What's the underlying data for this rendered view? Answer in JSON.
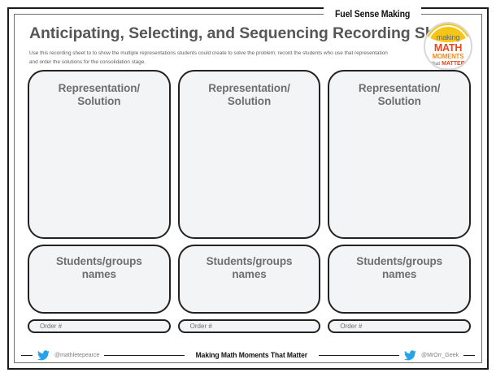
{
  "frame": {
    "tab_label": "Fuel Sense Making"
  },
  "header": {
    "title": "Anticipating, Selecting, and Sequencing Recording Sheet",
    "description": "Use this recording sheet to to show the multiple representations students could create to solve the problem; record the students who use that representation and order the solutions for the consolidation stage."
  },
  "logo": {
    "line1": "making",
    "line2": "MATH",
    "line3": "MOMENTS",
    "line4_small": "that",
    "line4_big": "MATTER",
    "url": "makemathmoments.com",
    "colors": {
      "arc": "#f5c518",
      "making": "#6b6b6b",
      "math": "#e8471f",
      "moments": "#f08a1e",
      "matter": "#e8471f"
    }
  },
  "columns": [
    {
      "representation_label": "Representation/\nSolution",
      "names_label": "Students/groups\nnames",
      "order_label": "Order #"
    },
    {
      "representation_label": "Representation/\nSolution",
      "names_label": "Students/groups\nnames",
      "order_label": "Order #"
    },
    {
      "representation_label": "Representation/\nSolution",
      "names_label": "Students/groups\nnames",
      "order_label": "Order #"
    }
  ],
  "footer": {
    "left_handle": "@mathletepearce",
    "brand": "Making Math Moments That Matter",
    "right_handle": "@MrOrr_Geek",
    "twitter_color": "#29a3e8"
  }
}
